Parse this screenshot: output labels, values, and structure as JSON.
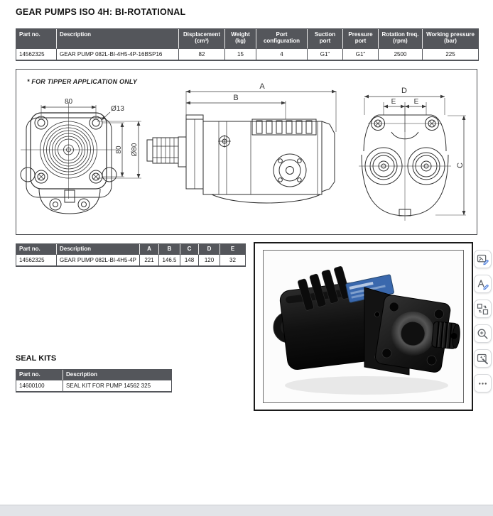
{
  "title": "GEAR PUMPS ISO 4H: BI-ROTATIONAL",
  "spec_table": {
    "headers": [
      "Part no.",
      "Description",
      "Displacement (cm³)",
      "Weight (kg)",
      "Port configuration",
      "Suction port",
      "Pressure port",
      "Rotation freq. (rpm)",
      "Working pressure (bar)"
    ],
    "row": [
      "14562325",
      "GEAR PUMP 082L-BI-4H5-4P-16BSP16",
      "82",
      "15",
      "4",
      "G1\"",
      "G1\"",
      "2500",
      "225"
    ]
  },
  "drawing": {
    "note": "* FOR TIPPER APPLICATION ONLY",
    "labels": {
      "front_width": "80",
      "hole_dia": "Ø13",
      "front_height": "80",
      "boss_dia": "Ø80",
      "dim_a": "A",
      "dim_b": "B",
      "dim_c": "C",
      "dim_d": "D",
      "dim_e_left": "E",
      "dim_e_right": "E"
    }
  },
  "dim_table": {
    "headers": [
      "Part no.",
      "Description",
      "A",
      "B",
      "C",
      "D",
      "E"
    ],
    "row": [
      "14562325",
      "GEAR PUMP 082L-BI-4H5-4P",
      "221",
      "146.5",
      "148",
      "120",
      "32"
    ]
  },
  "seal_kits": {
    "title": "SEAL KITS",
    "headers": [
      "Part no.",
      "Description"
    ],
    "row": [
      "14600100",
      "SEAL KIT FOR PUMP 14562 325"
    ]
  },
  "toolbar": {
    "items": [
      {
        "name": "edit-image",
        "icon": "image-pencil-icon"
      },
      {
        "name": "edit-text",
        "icon": "text-pencil-icon"
      },
      {
        "name": "replace-image",
        "icon": "swap-frames-icon"
      },
      {
        "name": "zoom-in",
        "icon": "magnifier-plus-icon"
      },
      {
        "name": "adjust-image",
        "icon": "image-wand-icon"
      },
      {
        "name": "more-options",
        "icon": "ellipsis-icon"
      }
    ]
  },
  "colors": {
    "table_header_bg": "#54565B",
    "table_border": "#54565B",
    "accent_blue": "#4a7cdb",
    "drawing_line": "#2e2e2e",
    "footer_bar": "#e2e4e8"
  }
}
